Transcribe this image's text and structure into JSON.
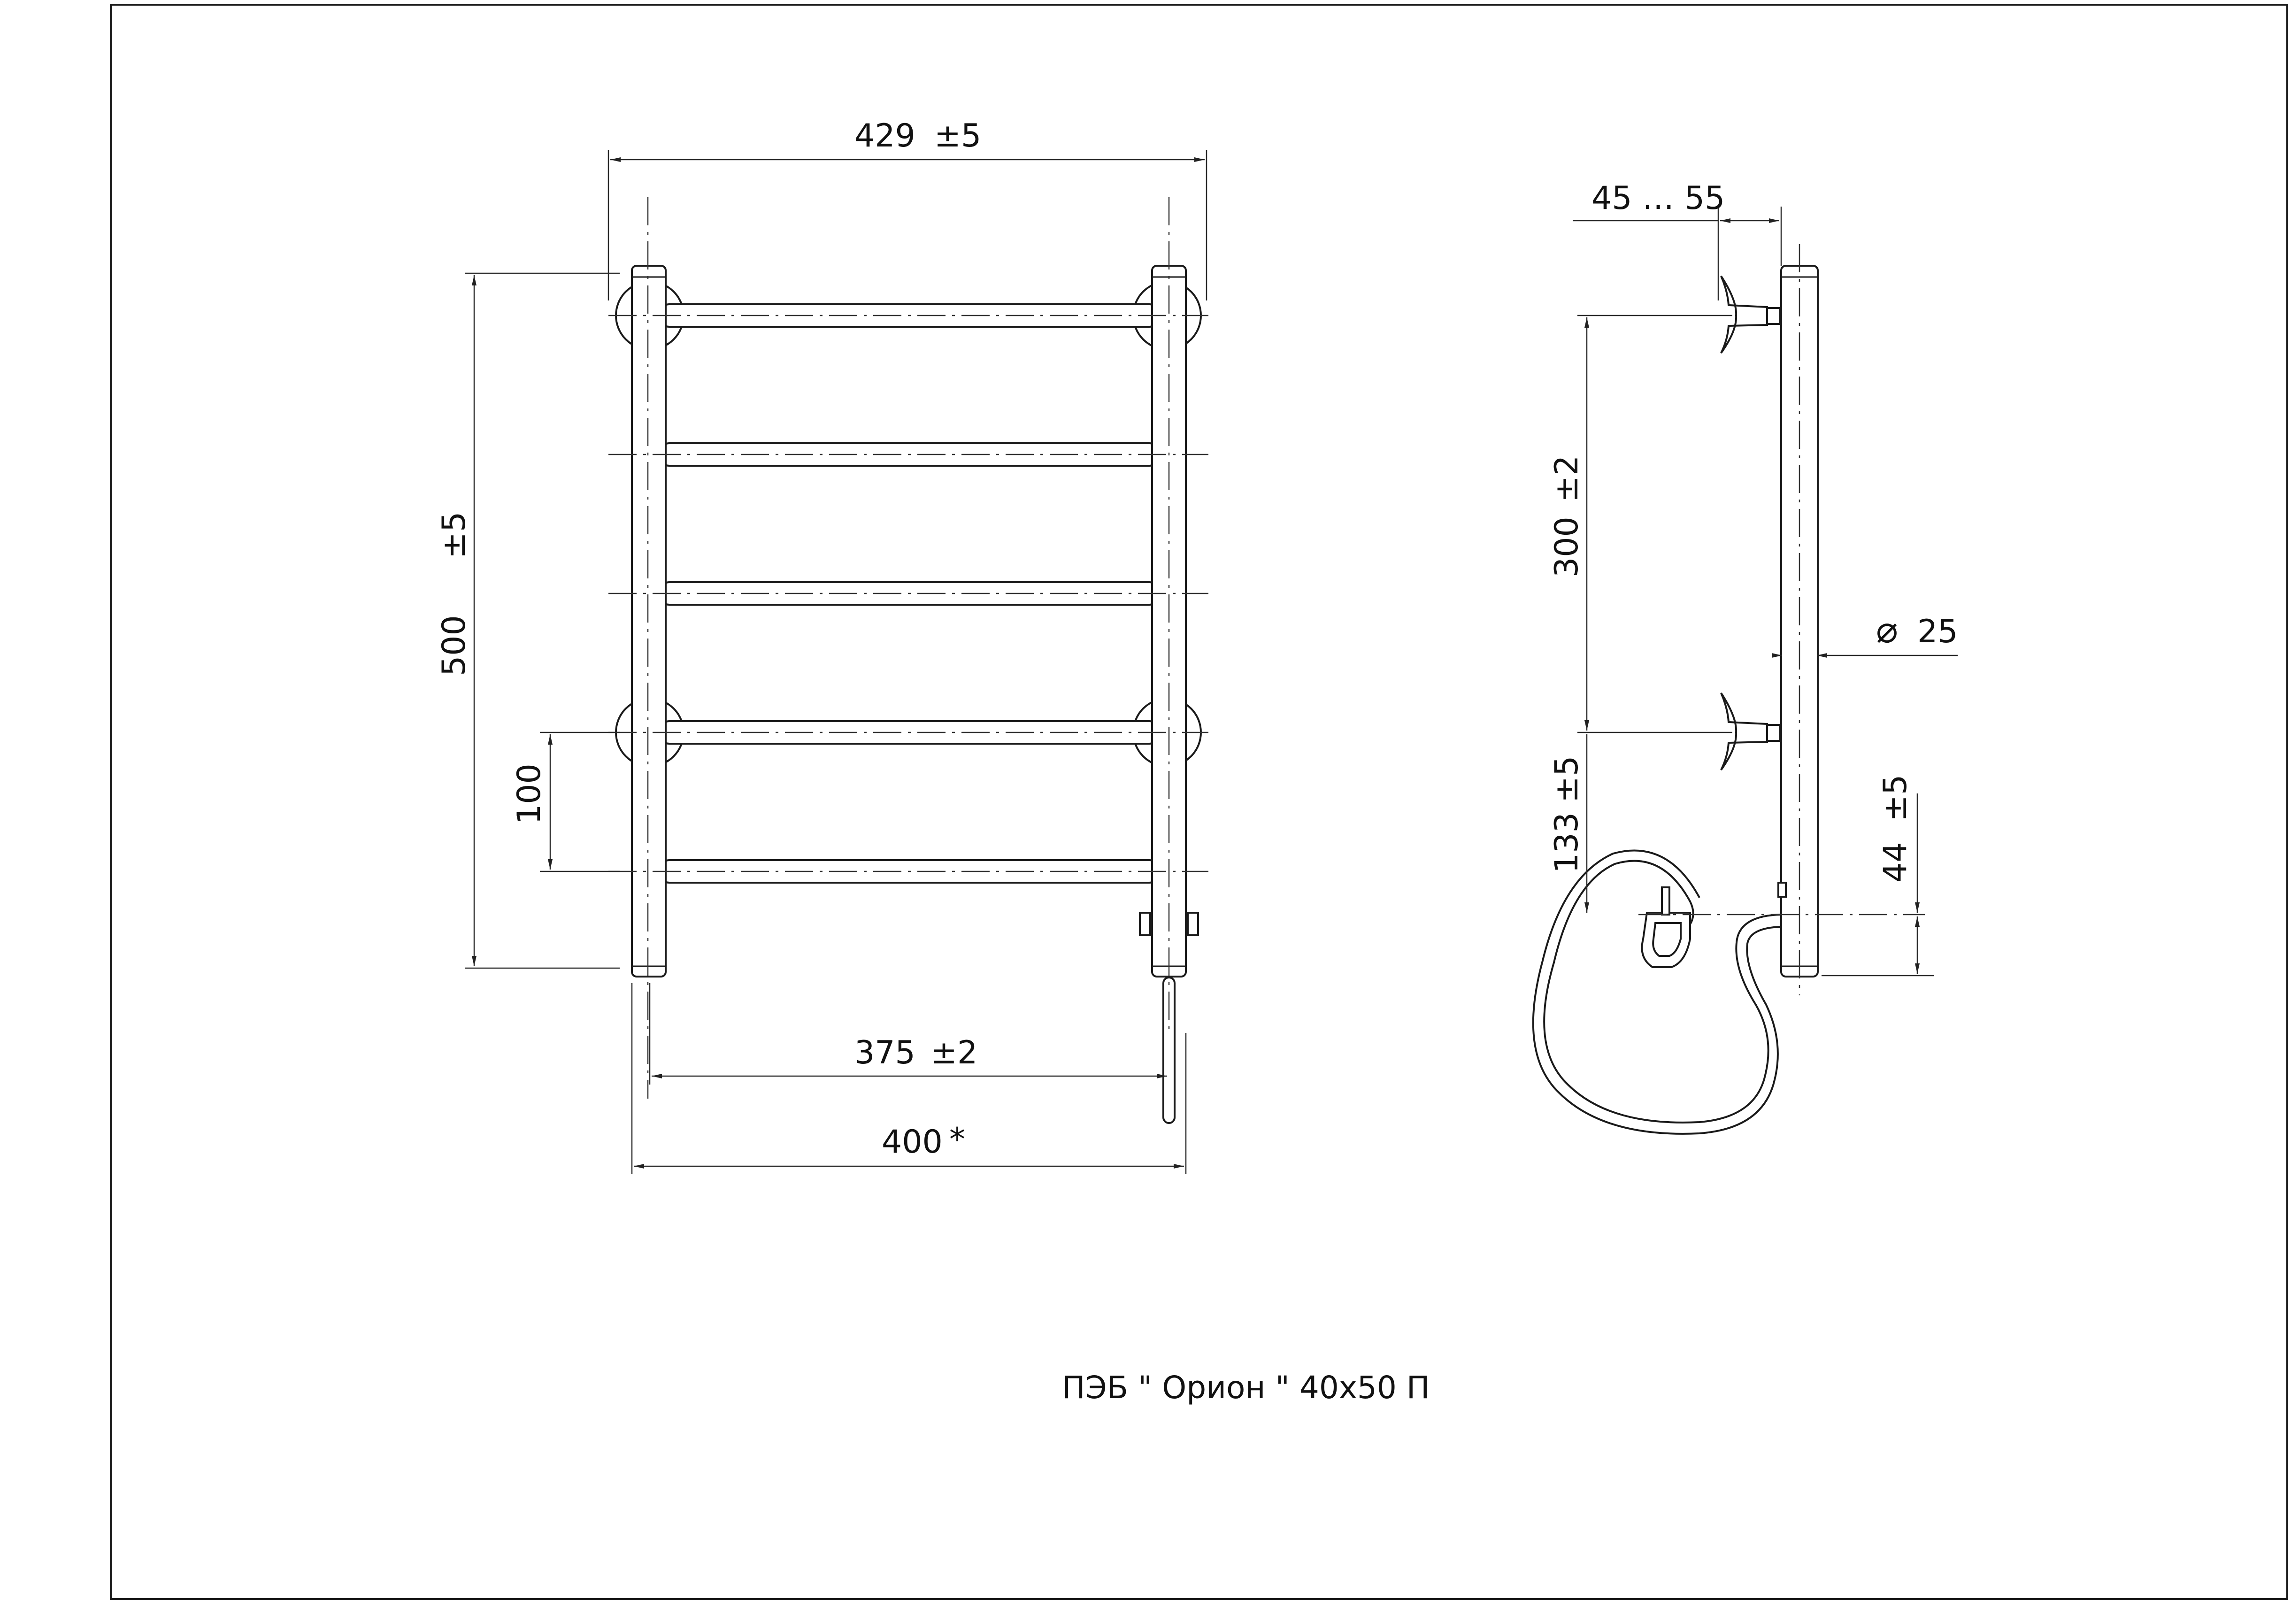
{
  "drawing": {
    "title": "ПЭБ \" Орион \" 40х50 П",
    "front_view": {
      "width_overall": "429",
      "width_overall_tol": "±5",
      "height_overall": "500",
      "height_overall_tol": "±5",
      "rung_pitch": "100",
      "centers_width": "375",
      "centers_width_tol": "±2",
      "mount_width": "400",
      "mount_width_mark": "*",
      "rung_count": 5
    },
    "side_view": {
      "wall_offset": "45 … 55",
      "mount_spacing": "300",
      "mount_spacing_tol": "±2",
      "tube_diameter": "25",
      "diameter_symbol": "⌀",
      "heater_height": "133",
      "heater_height_tol": "±5",
      "outlet_height": "44",
      "outlet_height_tol": "±5"
    }
  }
}
